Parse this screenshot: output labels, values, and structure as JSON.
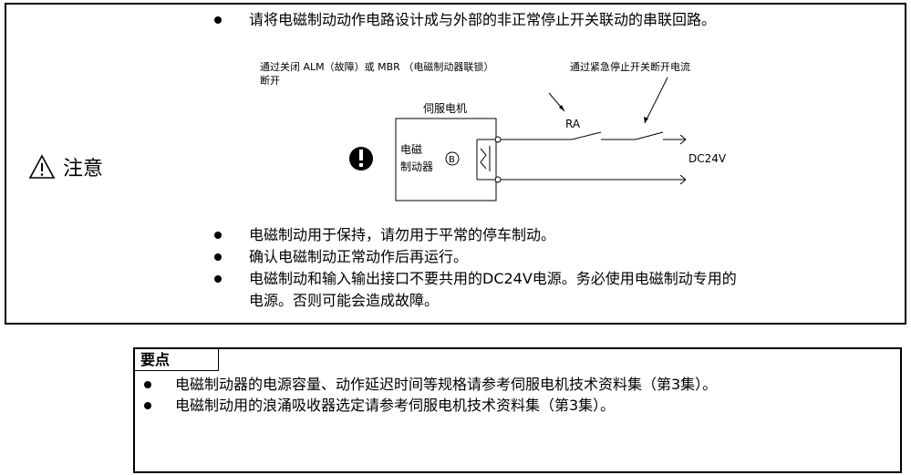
{
  "caution": {
    "label": "注意",
    "bullets": [
      "请将电磁制动动作电路设计成与外部的非正常停止开关联动的串联回路。",
      "电磁制动用于保持，请勿用于平常的停车制动。",
      "确认电磁制动正常动作后再运行。",
      "电磁制动和输入输出接口不要共用的DC24V电源。务必使用电磁制动专用的"
    ],
    "bullet_continuation": "电源。否则可能会造成故障。",
    "diagram": {
      "note_left_line1": "通过关闭 ALM（故障）或 MBR （电磁制动器联锁）",
      "note_left_line2": "断开",
      "note_right": "通过紧急停止开关断开电流",
      "motor_label": "伺服电机",
      "brake_label_line1": "电磁",
      "brake_label_line2": "制动器",
      "b_symbol": "B",
      "ra_label": "RA",
      "power_label": "DC24V"
    }
  },
  "points": {
    "title": "要点",
    "bullets": [
      "电磁制动器的电源容量、动作延迟时间等规格请参考伺服电机技术资料集（第3集）。",
      "电磁制动用的浪涌吸收器选定请参考伺服电机技术资料集（第3集）。"
    ]
  }
}
